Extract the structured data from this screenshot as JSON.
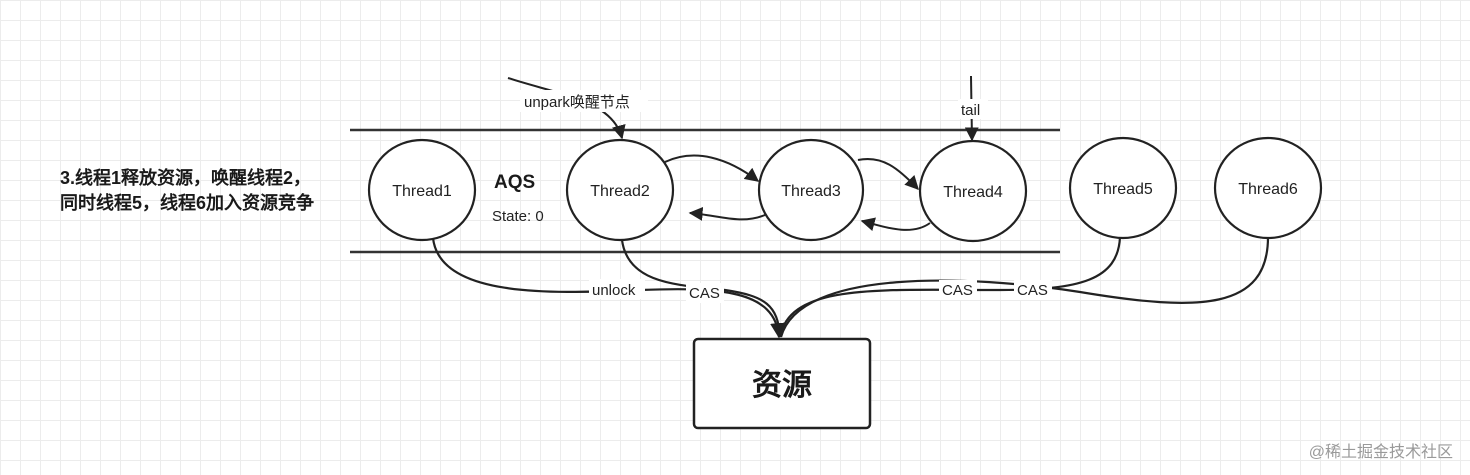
{
  "caption": {
    "line1": "3.线程1释放资源，唤醒线程2，",
    "line2": "同时线程5，线程6加入资源竞争"
  },
  "queue": {
    "title": "AQS",
    "state": "State: 0"
  },
  "threads": [
    "Thread1",
    "Thread2",
    "Thread3",
    "Thread4",
    "Thread5",
    "Thread6"
  ],
  "annotations": {
    "unpark": "unpark唤醒节点",
    "tail": "tail"
  },
  "edges": {
    "unlock": "unlock",
    "cas_thread2": "CAS",
    "cas_thread5": "CAS",
    "cas_thread6": "CAS"
  },
  "resource": {
    "label": "资源"
  },
  "watermark": "@稀土掘金技术社区"
}
